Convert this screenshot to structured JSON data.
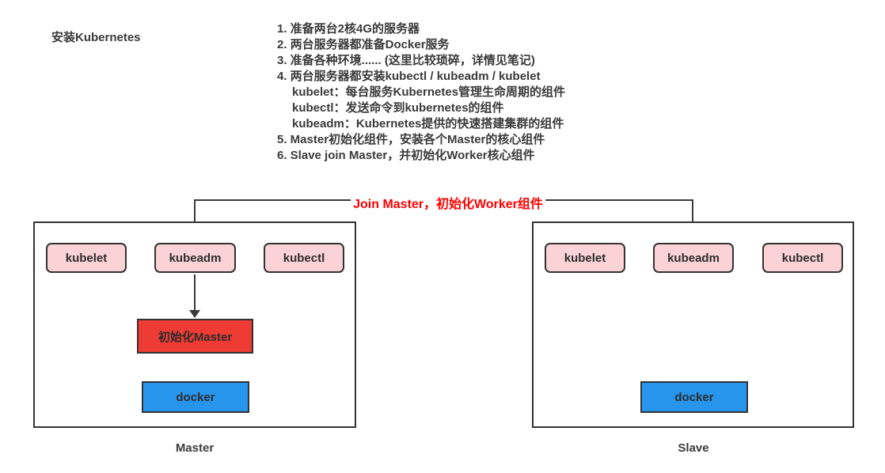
{
  "header": {
    "title": "安装Kubernetes"
  },
  "notes": {
    "lines": [
      {
        "text": "1. 准备两台2核4G的服务器",
        "indent": false
      },
      {
        "text": "2. 两台服务器都准备Docker服务",
        "indent": false
      },
      {
        "text": "3. 准备各种环境...... (这里比较琐碎，详情见笔记)",
        "indent": false
      },
      {
        "text": "4. 两台服务器都安装kubectl / kubeadm / kubelet",
        "indent": false
      },
      {
        "text": "kubelet：每台服务Kubernetes管理生命周期的组件",
        "indent": true
      },
      {
        "text": "kubectl：发送命令到kubernetes的组件",
        "indent": true
      },
      {
        "text": "kubeadm：Kubernetes提供的快速搭建集群的组件",
        "indent": true
      },
      {
        "text": "5. Master初始化组件，安装各个Master的核心组件",
        "indent": false
      },
      {
        "text": "6. Slave join Master，并初始化Worker核心组件",
        "indent": false
      }
    ]
  },
  "annotation": {
    "join_label": "Join Master，初始化Worker组件",
    "color": "#ff0000"
  },
  "master": {
    "label": "Master",
    "kubelet": "kubelet",
    "kubeadm": "kubeadm",
    "kubectl": "kubectl",
    "init_box": "初始化Master",
    "docker": "docker"
  },
  "slave": {
    "label": "Slave",
    "kubelet": "kubelet",
    "kubeadm": "kubeadm",
    "kubectl": "kubectl",
    "docker": "docker"
  },
  "colors": {
    "component_fill": "#fbd2d6",
    "init_master_fill": "#ee3b33",
    "docker_fill": "#2795ec",
    "box_border": "#333333",
    "line": "#3a3a3a",
    "text": "#3a3a3a",
    "annotation_red": "#ff0000",
    "background": "#ffffff"
  }
}
